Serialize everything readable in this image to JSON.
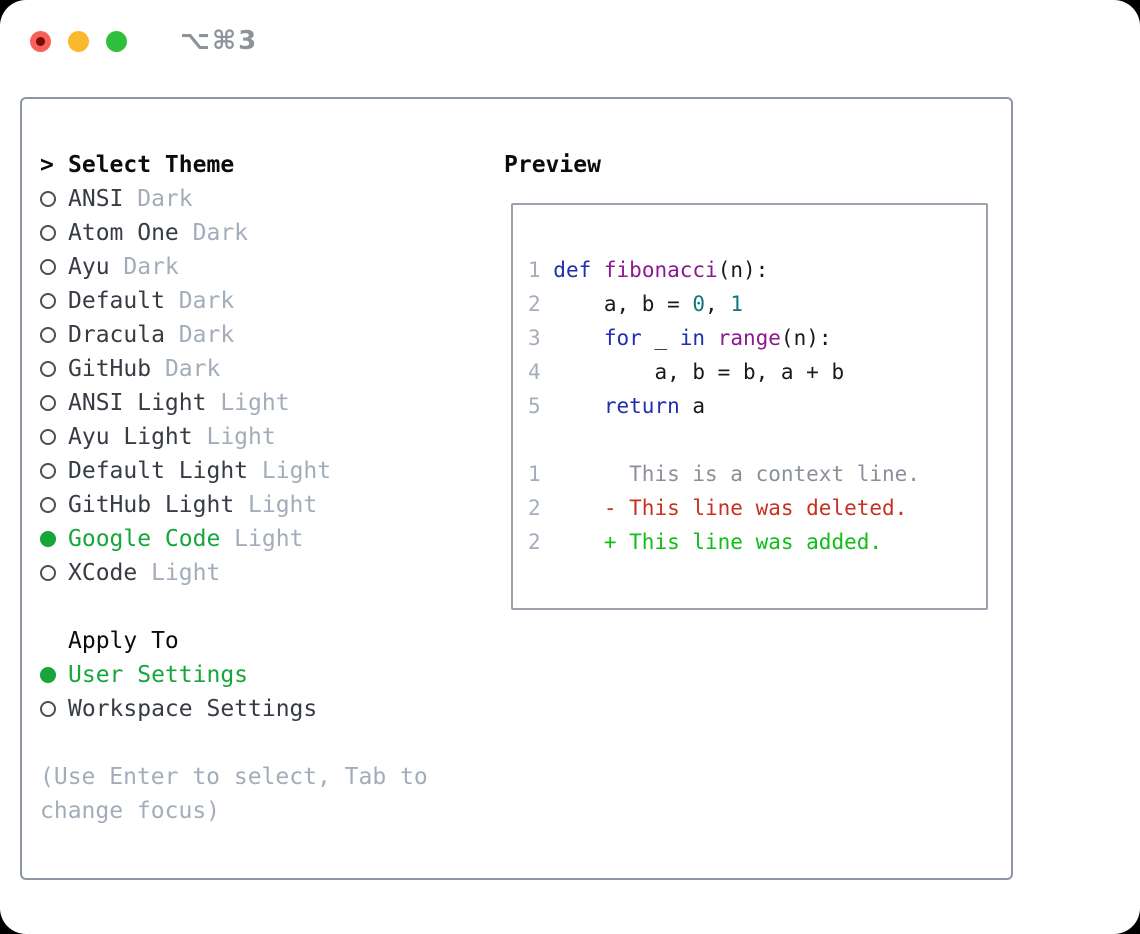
{
  "titlebar": {
    "title": "⌥⌘3"
  },
  "theme_list": {
    "header_prefix": ">",
    "header": "Select Theme",
    "items": [
      {
        "name": "ANSI",
        "variant": "Dark",
        "selected": false
      },
      {
        "name": "Atom One",
        "variant": "Dark",
        "selected": false
      },
      {
        "name": "Ayu",
        "variant": "Dark",
        "selected": false
      },
      {
        "name": "Default",
        "variant": "Dark",
        "selected": false
      },
      {
        "name": "Dracula",
        "variant": "Dark",
        "selected": false
      },
      {
        "name": "GitHub",
        "variant": "Dark",
        "selected": false
      },
      {
        "name": "ANSI Light",
        "variant": "Light",
        "selected": false
      },
      {
        "name": "Ayu Light",
        "variant": "Light",
        "selected": false
      },
      {
        "name": "Default Light",
        "variant": "Light",
        "selected": false
      },
      {
        "name": "GitHub Light",
        "variant": "Light",
        "selected": false
      },
      {
        "name": "Google Code",
        "variant": "Light",
        "selected": true
      },
      {
        "name": "XCode",
        "variant": "Light",
        "selected": false
      }
    ]
  },
  "apply_to": {
    "header": "Apply To",
    "options": [
      {
        "label": "User Settings",
        "selected": true
      },
      {
        "label": "Workspace Settings",
        "selected": false
      }
    ]
  },
  "help_text": "(Use Enter to select, Tab to change focus)",
  "preview": {
    "header": "Preview",
    "lines": [
      [
        {
          "t": "1 ",
          "s": "ln"
        },
        {
          "t": "def",
          "s": "kw"
        },
        {
          "t": " ",
          "s": "pln"
        },
        {
          "t": "fibonacci",
          "s": "fn"
        },
        {
          "t": "(n):",
          "s": "pln"
        }
      ],
      [
        {
          "t": "2 ",
          "s": "ln"
        },
        {
          "t": "    a, b = ",
          "s": "pln"
        },
        {
          "t": "0",
          "s": "lit"
        },
        {
          "t": ", ",
          "s": "pln"
        },
        {
          "t": "1",
          "s": "lit"
        }
      ],
      [
        {
          "t": "3 ",
          "s": "ln"
        },
        {
          "t": "    ",
          "s": "pln"
        },
        {
          "t": "for",
          "s": "kw"
        },
        {
          "t": " _ ",
          "s": "pln"
        },
        {
          "t": "in",
          "s": "kw"
        },
        {
          "t": " ",
          "s": "pln"
        },
        {
          "t": "range",
          "s": "fn"
        },
        {
          "t": "(n):",
          "s": "pln"
        }
      ],
      [
        {
          "t": "4 ",
          "s": "ln"
        },
        {
          "t": "        a, b = b, a + b",
          "s": "pln"
        }
      ],
      [
        {
          "t": "5 ",
          "s": "ln"
        },
        {
          "t": "    ",
          "s": "pln"
        },
        {
          "t": "return",
          "s": "kw"
        },
        {
          "t": " a",
          "s": "pln"
        }
      ],
      [],
      [
        {
          "t": "1",
          "s": "ln"
        },
        {
          "t": "       This is a context line.",
          "s": "ctx"
        }
      ],
      [
        {
          "t": "2",
          "s": "ln"
        },
        {
          "t": "     ",
          "s": "pln"
        },
        {
          "t": "- This line was deleted.",
          "s": "del"
        }
      ],
      [
        {
          "t": "2",
          "s": "ln"
        },
        {
          "t": "     ",
          "s": "pln"
        },
        {
          "t": "+ This line was added.",
          "s": "add"
        }
      ]
    ]
  },
  "colors": {
    "selected_green": "#16a63c",
    "added_green": "#0fbe16",
    "deleted_red": "#c5321f",
    "keyword_blue": "#1f2db0",
    "function_purple": "#8e188e",
    "literal_teal": "#11767a",
    "muted_gray": "#a3adba",
    "item_gray": "#373c44",
    "border_gray": "#8d97a3",
    "traffic_red": "#f9605a",
    "traffic_yellow": "#f9b82d",
    "traffic_green": "#2ec03c"
  }
}
